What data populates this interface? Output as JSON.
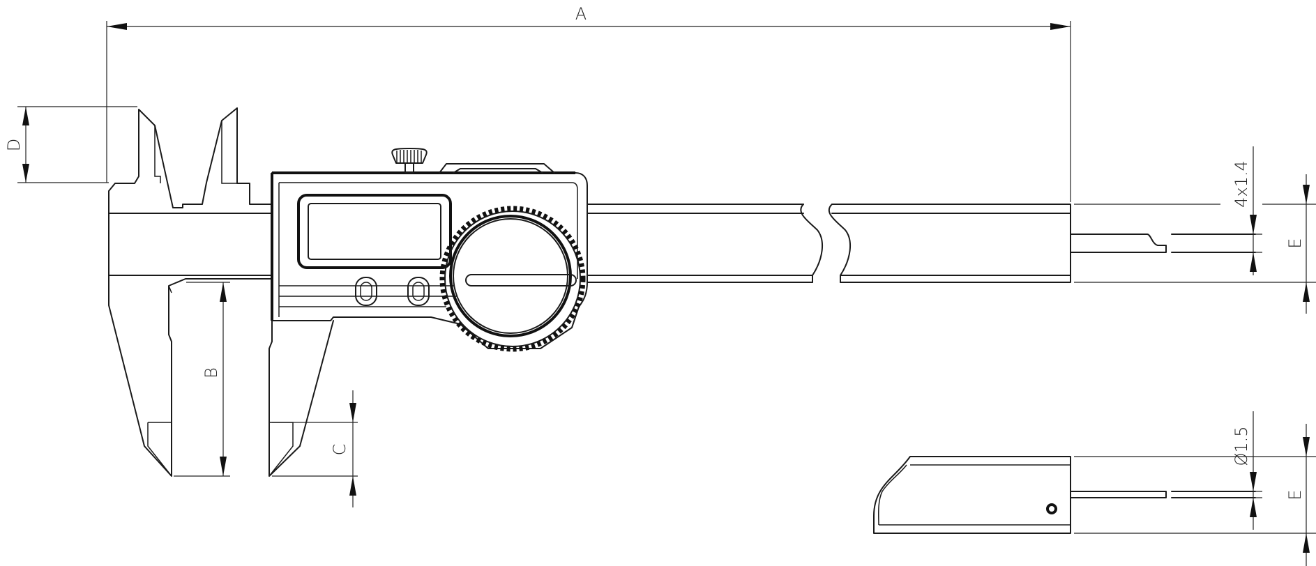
{
  "labels": {
    "dim_a": "A",
    "dim_b": "B",
    "dim_c": "C",
    "dim_d": "D",
    "dim_e_top": "E",
    "dim_e_bottom": "E",
    "hole_spec": "4x1.4",
    "probe_diameter": "Ø1.5"
  }
}
